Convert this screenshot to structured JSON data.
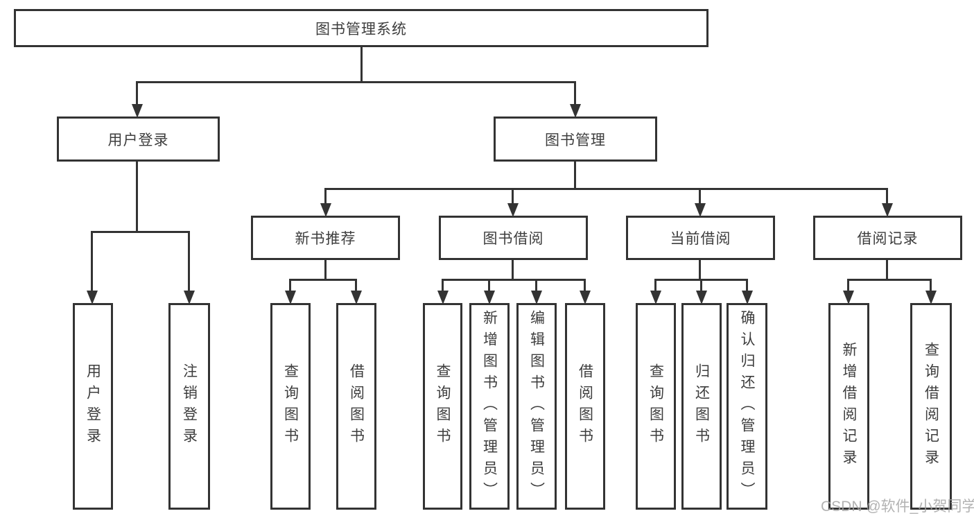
{
  "root": {
    "label": "图书管理系统"
  },
  "level2": {
    "user_login": {
      "label": "用户登录"
    },
    "book_management": {
      "label": "图书管理"
    }
  },
  "level3": {
    "new_book_recommend": {
      "label": "新书推荐"
    },
    "book_borrow": {
      "label": "图书借阅"
    },
    "current_borrow": {
      "label": "当前借阅"
    },
    "borrow_record": {
      "label": "借阅记录"
    }
  },
  "leaves": {
    "user_login": [
      "用户登录",
      "注销登录"
    ],
    "new_book_recommend": [
      "查询图书",
      "借阅图书"
    ],
    "book_borrow": [
      "查询图书",
      "新增图书（管理员）",
      "编辑图书（管理员）",
      "借阅图书"
    ],
    "current_borrow": [
      "查询图书",
      "归还图书",
      "确认归还（管理员）"
    ],
    "borrow_record": [
      "新增借阅记录",
      "查询借阅记录"
    ]
  },
  "watermark": {
    "label": "CSDN @软件_小贺同学"
  },
  "colors": {
    "line": "#333333",
    "text": "#3d3d3d",
    "background": "#ffffff",
    "watermark": "#a4a4a4"
  }
}
